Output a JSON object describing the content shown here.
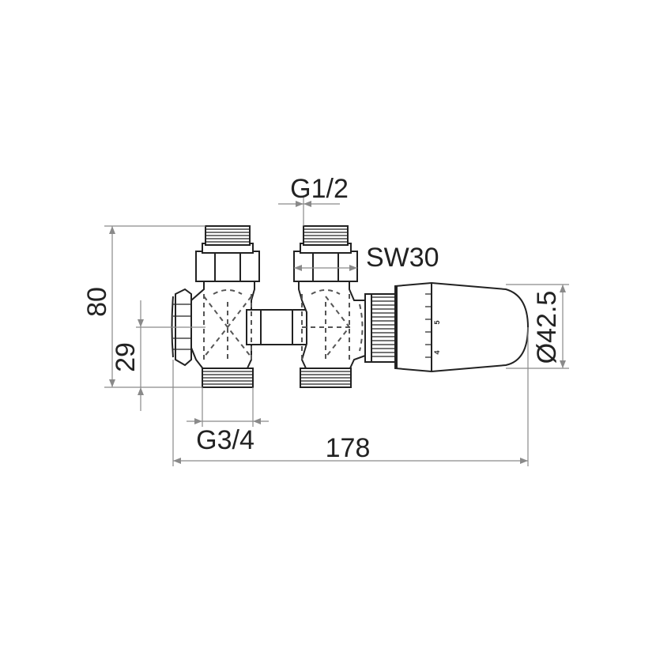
{
  "drawing": {
    "labels": {
      "thread_top": "G1/2",
      "wrench_size": "SW30",
      "height_total": "80",
      "height_axis": "29",
      "thread_bottom": "G3/4",
      "length_total": "178",
      "head_diameter": "Ø42.5"
    },
    "head_scale": {
      "mark_a": "5",
      "mark_b": "4"
    }
  }
}
